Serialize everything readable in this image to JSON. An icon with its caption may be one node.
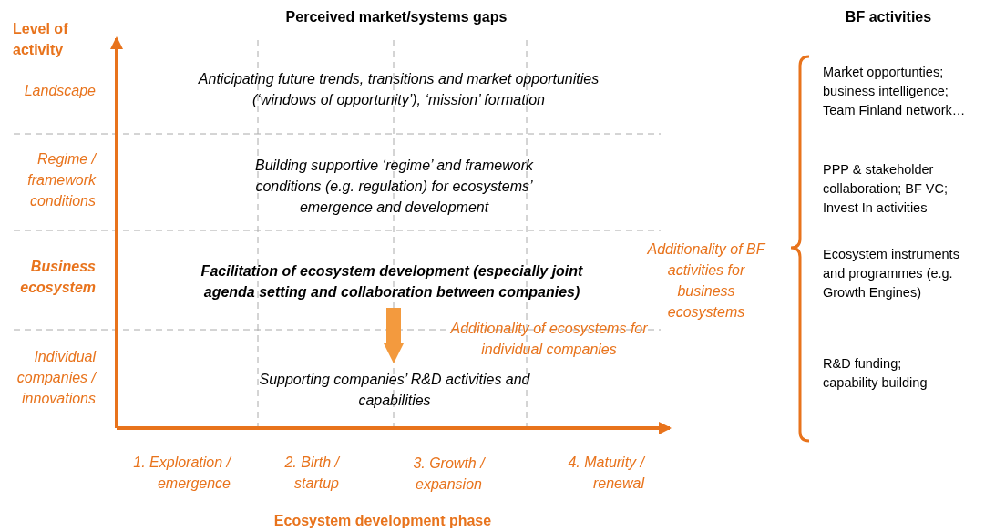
{
  "diagram": {
    "nodes": [
      {
        "text": [
          "Facilitation of ecosystem development (especially joint agenda setting and collaboration between companies)"
        ]
      },
      {
        "text": [
          "Supporting companies’ R&D activities and capabilities"
        ]
      }
    ],
    "edges": [
      {
        "from": 0,
        "to": 1,
        "arrow": "to"
      }
    ],
    "labels": [
      "Perceived market/systems gaps",
      "BF activities",
      "Level of activity",
      "Landscape",
      "Anticipating future trends, transitions and market opportunities (‘windows of opportunity’), ‘mission’ formation",
      "Market opportunties; business intelligence; Team Finland network…",
      "Regime / framework conditions",
      "Building supportive ‘regime’ and framework conditions (e.g. regulation) for ecosystems’ emergence and development",
      "PPP & stakeholder collaboration; BF VC; Invest In activities",
      "Business ecosystem",
      "Additionality of BF activities for business ecosystems",
      "Ecosystem instruments and programmes (e.g. Growth Engines)",
      "Additionality of ecosystems for individual companies",
      "Individual companies / innovations",
      "R&D funding; capability building",
      "1. Exploration / emergence",
      "2. Birth / startup",
      "3. Growth / expansion",
      "4. Maturity / renewal",
      "Ecosystem development phase"
    ]
  }
}
